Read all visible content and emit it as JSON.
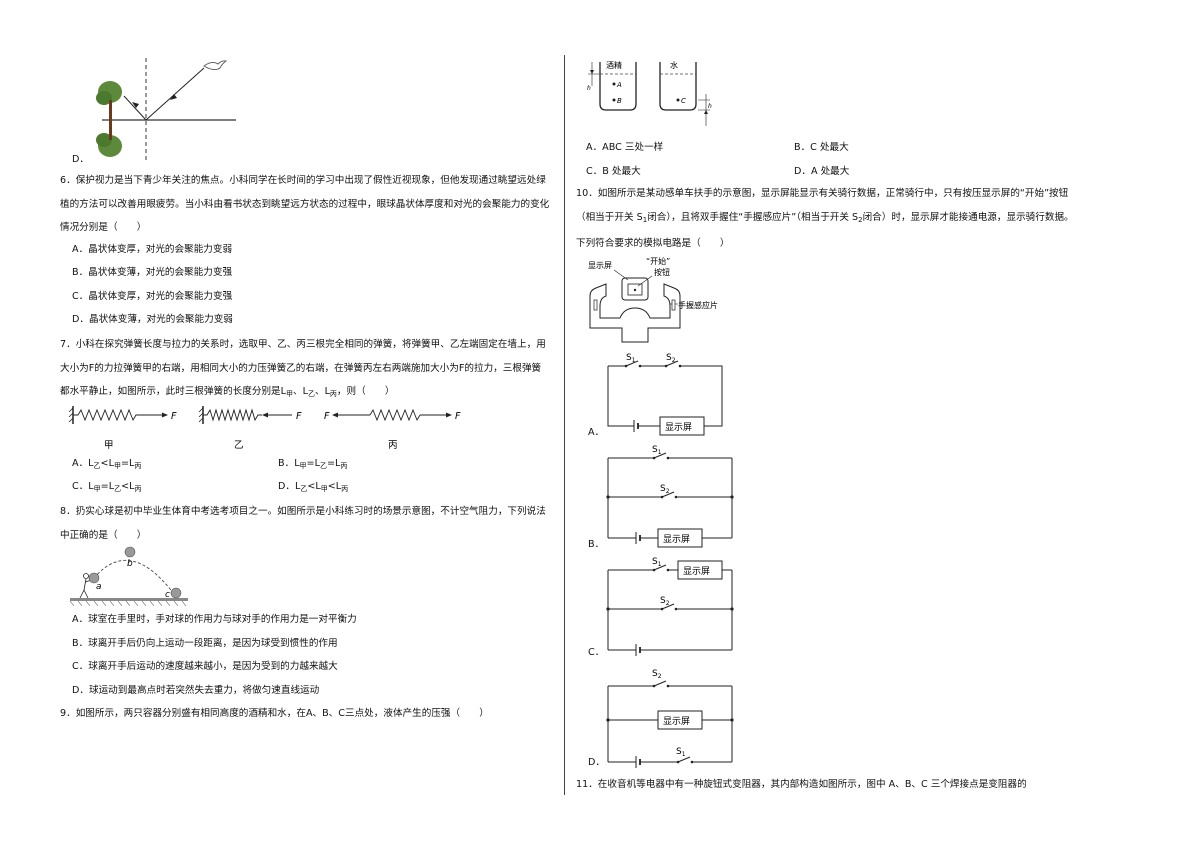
{
  "q5": {
    "opt_d": "D．"
  },
  "q6": {
    "stem": "6．保护视力是当下青少年关注的焦点。小科同学在长时间的学习中出现了假性近视现象，但他发现通过眺望远处绿植的方法可以改善用眼疲劳。当小科由看书状态到眺望远方状态的过程中，眼球晶状体厚度和对光的会聚能力的变化情况分别是（　　）",
    "options": [
      "A．晶状体变厚，对光的会聚能力变弱",
      "B．晶状体变薄，对光的会聚能力变强",
      "C．晶状体变厚，对光的会聚能力变强",
      "D．晶状体变薄，对光的会聚能力变弱"
    ]
  },
  "q7": {
    "stem_1": "7．小科在探究弹簧长度与拉力的关系时，选取甲、乙、丙三根完全相同的弹簧，将弹簧甲、乙左端固定在墙上，用大小为F的力拉弹簧甲的右端，用相同大小的力压弹簧乙的右端，在弹簧丙左右两端施加大小为F的拉力，三根弹簧都水平静止，如图所示，此时三根弹簧的长度分别是",
    "stem_2": "，则（　　）",
    "force": "F",
    "label_jia": "甲",
    "label_yi": "乙",
    "label_bing": "丙",
    "L": "L",
    "sub_jia": "甲",
    "sub_yi": "乙",
    "sub_bing": "丙",
    "opt_a": "A．",
    "opt_b": "B．",
    "opt_c": "C．",
    "opt_d": "D．",
    "lt": "<",
    "eq": "=",
    "sep": "、"
  },
  "q8": {
    "stem": "8．扔实心球是初中毕业生体育中考选考项目之一。如图所示是小科练习时的场景示意图，不计空气阻力，下列说法中正确的是（　　）",
    "pt_a": "a",
    "pt_b": "b",
    "pt_c": "c",
    "options": [
      "A．球室在手里时，手对球的作用力与球对手的作用力是一对平衡力",
      "B．球离开手后仍向上运动一段距离，是因为球受到惯性的作用",
      "C．球离开手后运动的速度越来越小，是因为受到的力越来越大",
      "D．球运动到最高点时若突然失去重力，将做匀速直线运动"
    ]
  },
  "q9": {
    "stem": "9．如图所示，两只容器分别盛有相同高度的酒精和水，在A、B、C三点处，液体产生的压强（　　）",
    "label_alcohol": "酒精",
    "label_water": "水",
    "pt_A": "A",
    "pt_B": "B",
    "pt_C": "C",
    "h": "h",
    "options": [
      "A．ABC 三处一样",
      "B．C 处最大",
      "C．B 处最大",
      "D．A 处最大"
    ]
  },
  "q10": {
    "stem_1": "10．如图所示是某动感单车扶手的示意图，显示屏能显示有关骑行数据，正常骑行中，只有按压显示屏的“开始”按钮（相当于开关 S",
    "stem_2": "闭合），且将双手握住“手握感应片”（相当于开关 S",
    "stem_3": "闭合）时，显示屏才能接通电源，显示骑行数据。下列符合要求的模拟电路是（　　）",
    "sub1": "1",
    "sub2": "2",
    "fig_screen": "显示屏",
    "fig_start": "“开始”",
    "fig_button": "按钮",
    "fig_sensor": "手握感应片",
    "screen": "显示屏",
    "S": "S",
    "opt_a": "A．",
    "opt_b": "B．",
    "opt_c": "C．",
    "opt_d": "D．"
  },
  "q11": {
    "stem": "11．在收音机等电器中有一种旋钮式变阻器，其内部构造如图所示，图中 A、B、C 三个焊接点是变阻器的"
  }
}
